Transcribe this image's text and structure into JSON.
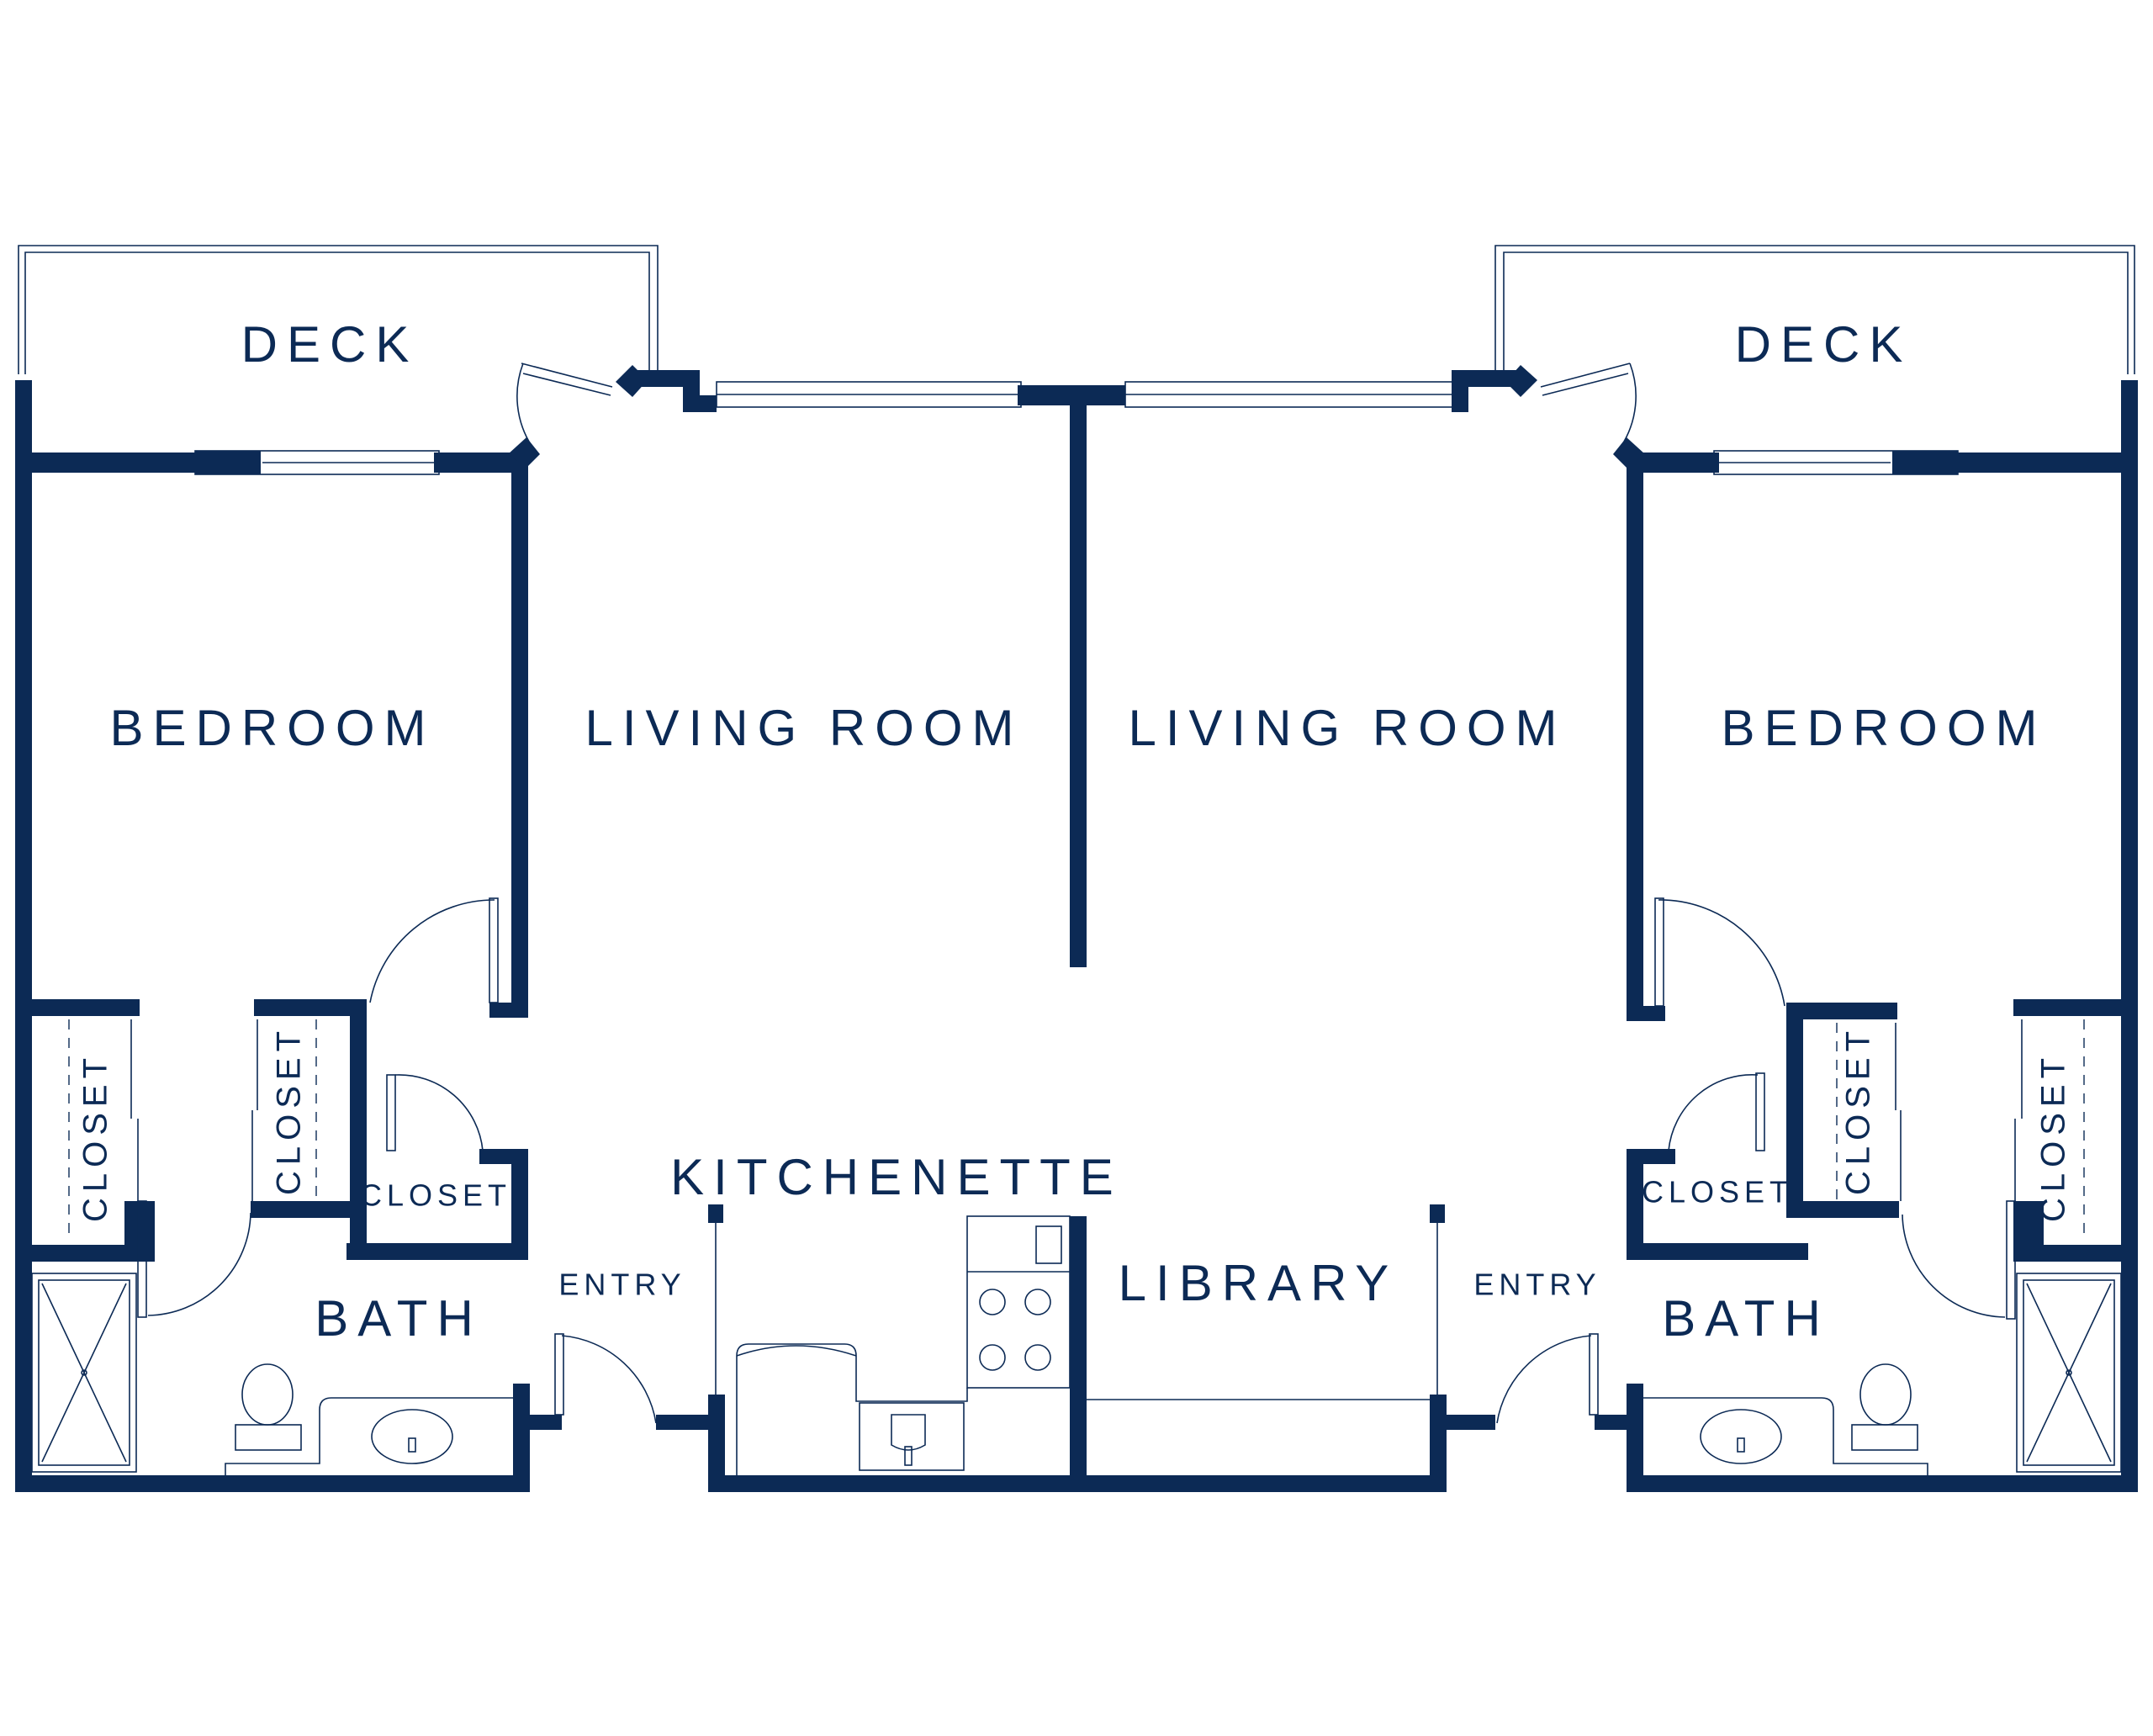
{
  "colors": {
    "wall": "#0c2a55",
    "background": "#ffffff"
  },
  "rooms": {
    "left": {
      "deck": "DECK",
      "bedroom": "BEDROOM",
      "living_room": "LIVING ROOM",
      "closet_a": "CLOSET",
      "closet_b": "CLOSET",
      "closet_c": "CLOSET",
      "bath": "BATH",
      "entry": "ENTRY"
    },
    "center": {
      "kitchenette": "KITCHENETTE",
      "library": "LIBRARY"
    },
    "right": {
      "deck": "DECK",
      "bedroom": "BEDROOM",
      "living_room": "LIVING ROOM",
      "closet_a": "CLOSET",
      "closet_b": "CLOSET",
      "closet_c": "CLOSET",
      "bath": "BATH",
      "entry": "ENTRY"
    }
  }
}
